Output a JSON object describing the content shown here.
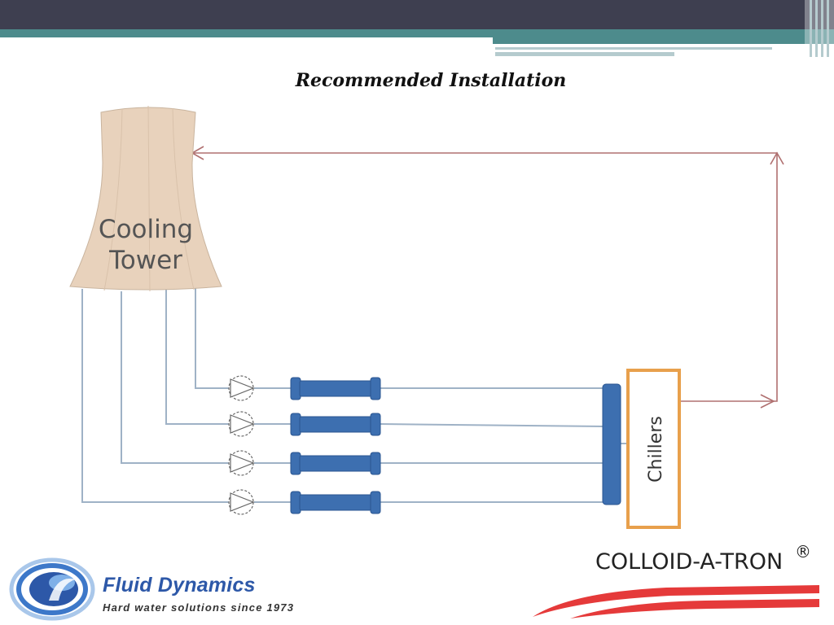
{
  "slide": {
    "title": "Recommended Installation"
  },
  "diagram": {
    "tower_label_line1": "Cooling",
    "tower_label_line2": "Tower",
    "chillers_label": "Chillers",
    "branch_count": 4
  },
  "branding": {
    "company_first": "Fluid ",
    "company_second": "Dynamics",
    "tagline": "Hard water solutions since 1973",
    "product": "COLLOID-A-TRON",
    "product_mark": "®"
  },
  "colors": {
    "header_dark": "#3e3f50",
    "header_teal": "#4d8b8c",
    "accent_light": "#b5cbce",
    "tower_fill": "#e8d2bc",
    "pipe_blue": "#9fb2c6",
    "return_line": "#b07070",
    "device_blue": "#3d6fb0",
    "chiller_border": "#e8a04c",
    "brand_blue": "#2d58a8",
    "swoosh_red": "#e53a3a"
  }
}
